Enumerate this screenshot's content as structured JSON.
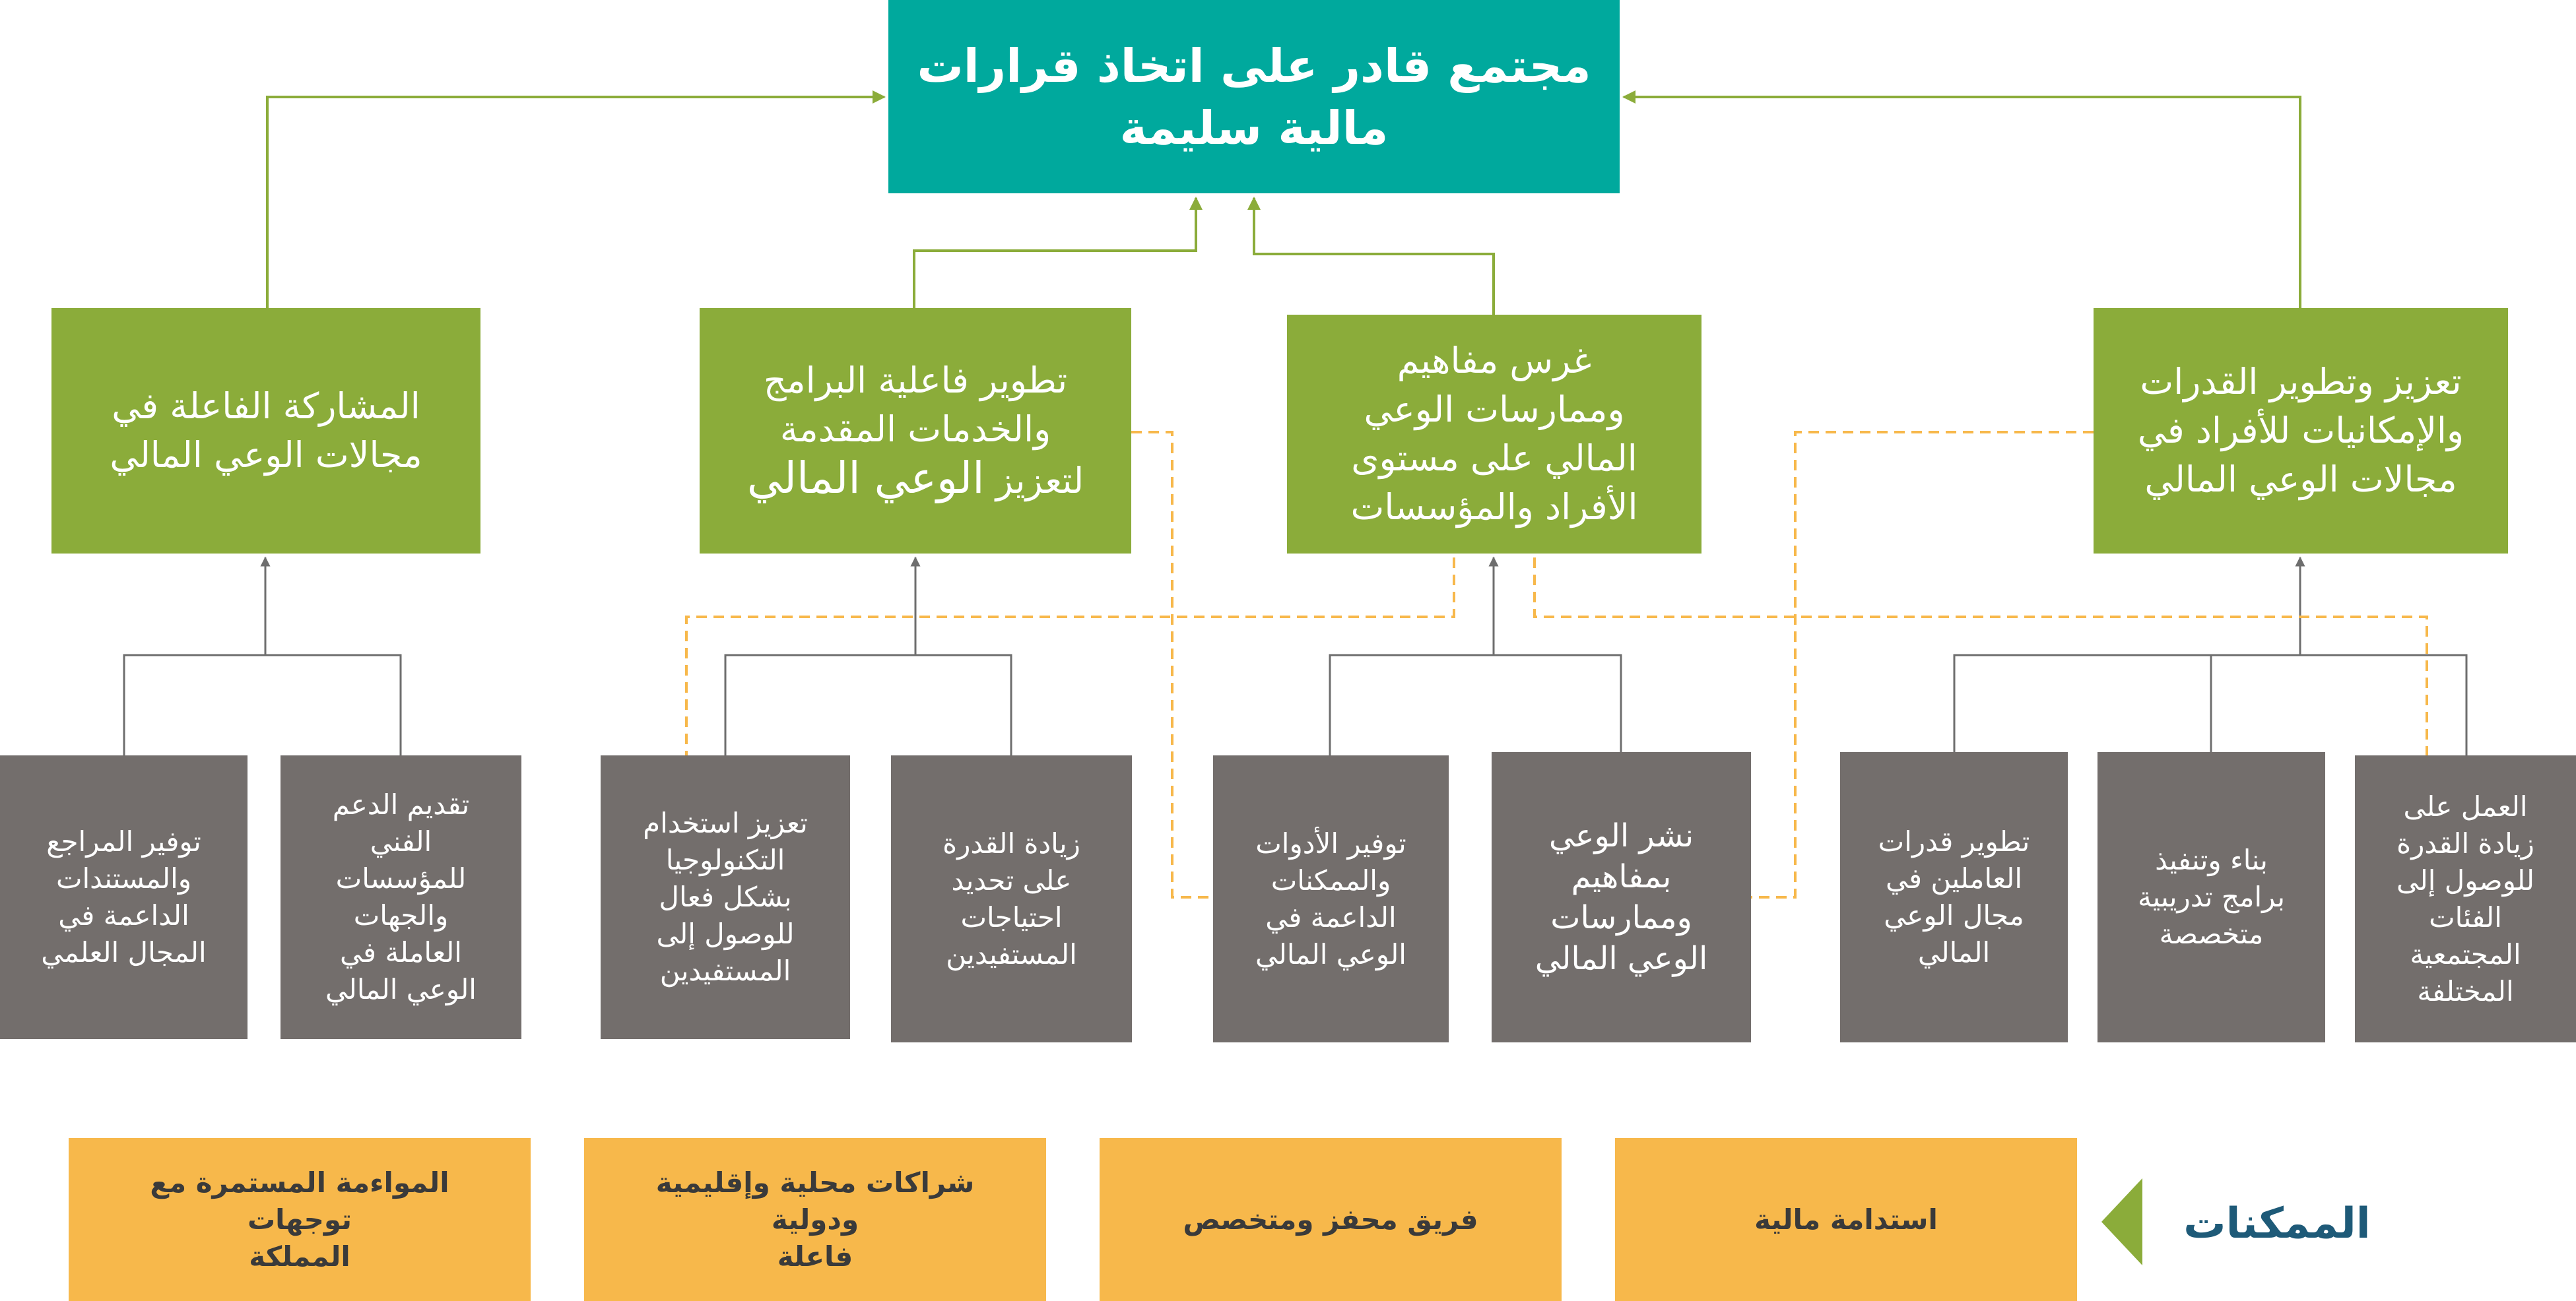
{
  "goal": {
    "line1": "مجتمع قادر على اتخاذ قرارات",
    "line2": "مالية سليمة"
  },
  "pillars": [
    {
      "lines": [
        "تعزيز وتطوير القدرات",
        "والإمكانيات للأفراد في",
        "مجالات الوعي المالي"
      ]
    },
    {
      "lines": [
        "غرس مفاهيم",
        "وممارسات الوعي",
        "المالي على مستوى",
        "الأفراد والمؤسسات"
      ]
    },
    {
      "lines": [
        "تطوير فاعلية البرامج",
        "والخدمات المقدمة"
      ],
      "last_prefix": "لتعزيز",
      "last_big": "الوعي المالي"
    },
    {
      "lines": [
        "المشاركة الفاعلة في",
        "مجالات الوعي المالي"
      ]
    }
  ],
  "activities": [
    {
      "lines": [
        "العمل على",
        "زيادة القدرة",
        "للوصول إلى",
        "الفئات",
        "المجتمعية",
        "المختلفة"
      ]
    },
    {
      "lines": [
        "بناء وتنفيذ",
        "برامج تدريبية",
        "متخصصة"
      ]
    },
    {
      "lines": [
        "تطوير قدرات",
        "العاملين في",
        "مجال الوعي",
        "المالي"
      ]
    },
    {
      "lines": [
        "نشر الوعي",
        "بمفاهيم",
        "وممارسات",
        "الوعي المالي"
      ]
    },
    {
      "lines": [
        "توفير الأدوات",
        "والممكنات",
        "الداعمة في",
        "الوعي المالي"
      ]
    },
    {
      "lines": [
        "زيادة القدرة",
        "على تحديد",
        "احتياجات",
        "المستفيدين"
      ]
    },
    {
      "lines": [
        "تعزيز استخدام",
        "التكنولوجيا",
        "بشكل فعال",
        "للوصول إلى",
        "المستفيدين"
      ]
    },
    {
      "lines": [
        "تقديم الدعم",
        "الفني",
        "للمؤسسات",
        "والجهات",
        "العاملة في",
        "الوعي المالي"
      ]
    },
    {
      "lines": [
        "توفير المراجع",
        "والمستندات",
        "الداعمة في",
        "المجال العلمي"
      ]
    }
  ],
  "enablers_title": "الممكنات",
  "enablers": [
    {
      "lines": [
        "استدامة مالية"
      ]
    },
    {
      "lines": [
        "فريق محفز ومتخصص"
      ]
    },
    {
      "lines": [
        "شراكات محلية وإقليمية ودولية",
        "فاعلة"
      ]
    },
    {
      "lines": [
        "المواءمة المستمرة مع توجهات",
        "المملكة"
      ]
    }
  ],
  "colors": {
    "goal": "#00a99d",
    "pillar": "#8bac3a",
    "activity": "#736e6c",
    "enabler": "#f7b84b",
    "dashed_link": "#f7b84b",
    "connector_green": "#8bac3a",
    "connector_gray": "#6e6e6e",
    "enablers_title": "#1e5a78"
  }
}
